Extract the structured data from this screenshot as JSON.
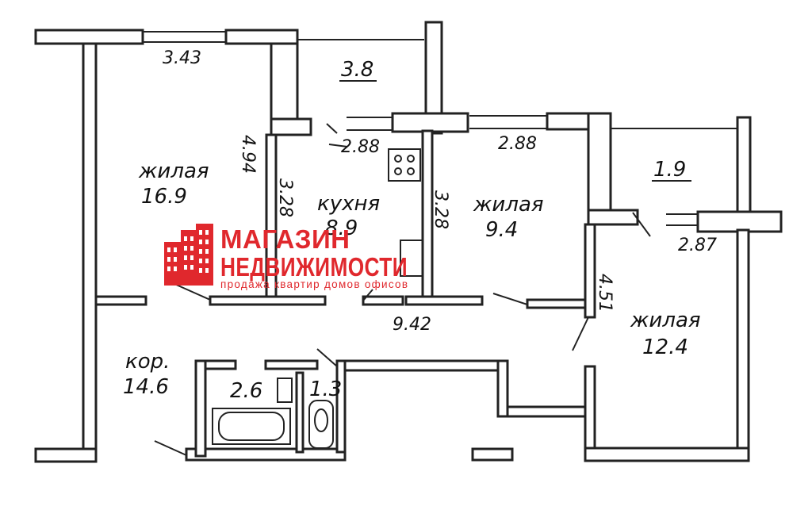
{
  "rooms": {
    "living_left": {
      "name": "жилая",
      "area": "16.9"
    },
    "kitchen": {
      "name": "кухня",
      "area": "8.9"
    },
    "living_middle": {
      "name": "жилая",
      "area": "9.4"
    },
    "living_right": {
      "name": "жилая",
      "area": "12.4"
    },
    "corridor": {
      "name": "кор.",
      "area": "14.6"
    },
    "bathroom": {
      "area": "2.6"
    },
    "toilet": {
      "area": "1.3"
    },
    "balcony_left": {
      "area": "3.8"
    },
    "balcony_right": {
      "area": "1.9"
    }
  },
  "dimensions": {
    "d_343": "3.43",
    "d_494": "4.94",
    "d_328a": "3.28",
    "d_288a": "2.88",
    "d_328b": "3.28",
    "d_288b": "2.88",
    "d_287": "2.87",
    "d_451": "4.51",
    "d_942": "9.42"
  },
  "logo": {
    "line1": "МАГАЗИН",
    "line2": "НЕДВИЖИМОСТИ",
    "tagline": "продажа квартир домов офисов",
    "color": "#e0282d"
  }
}
